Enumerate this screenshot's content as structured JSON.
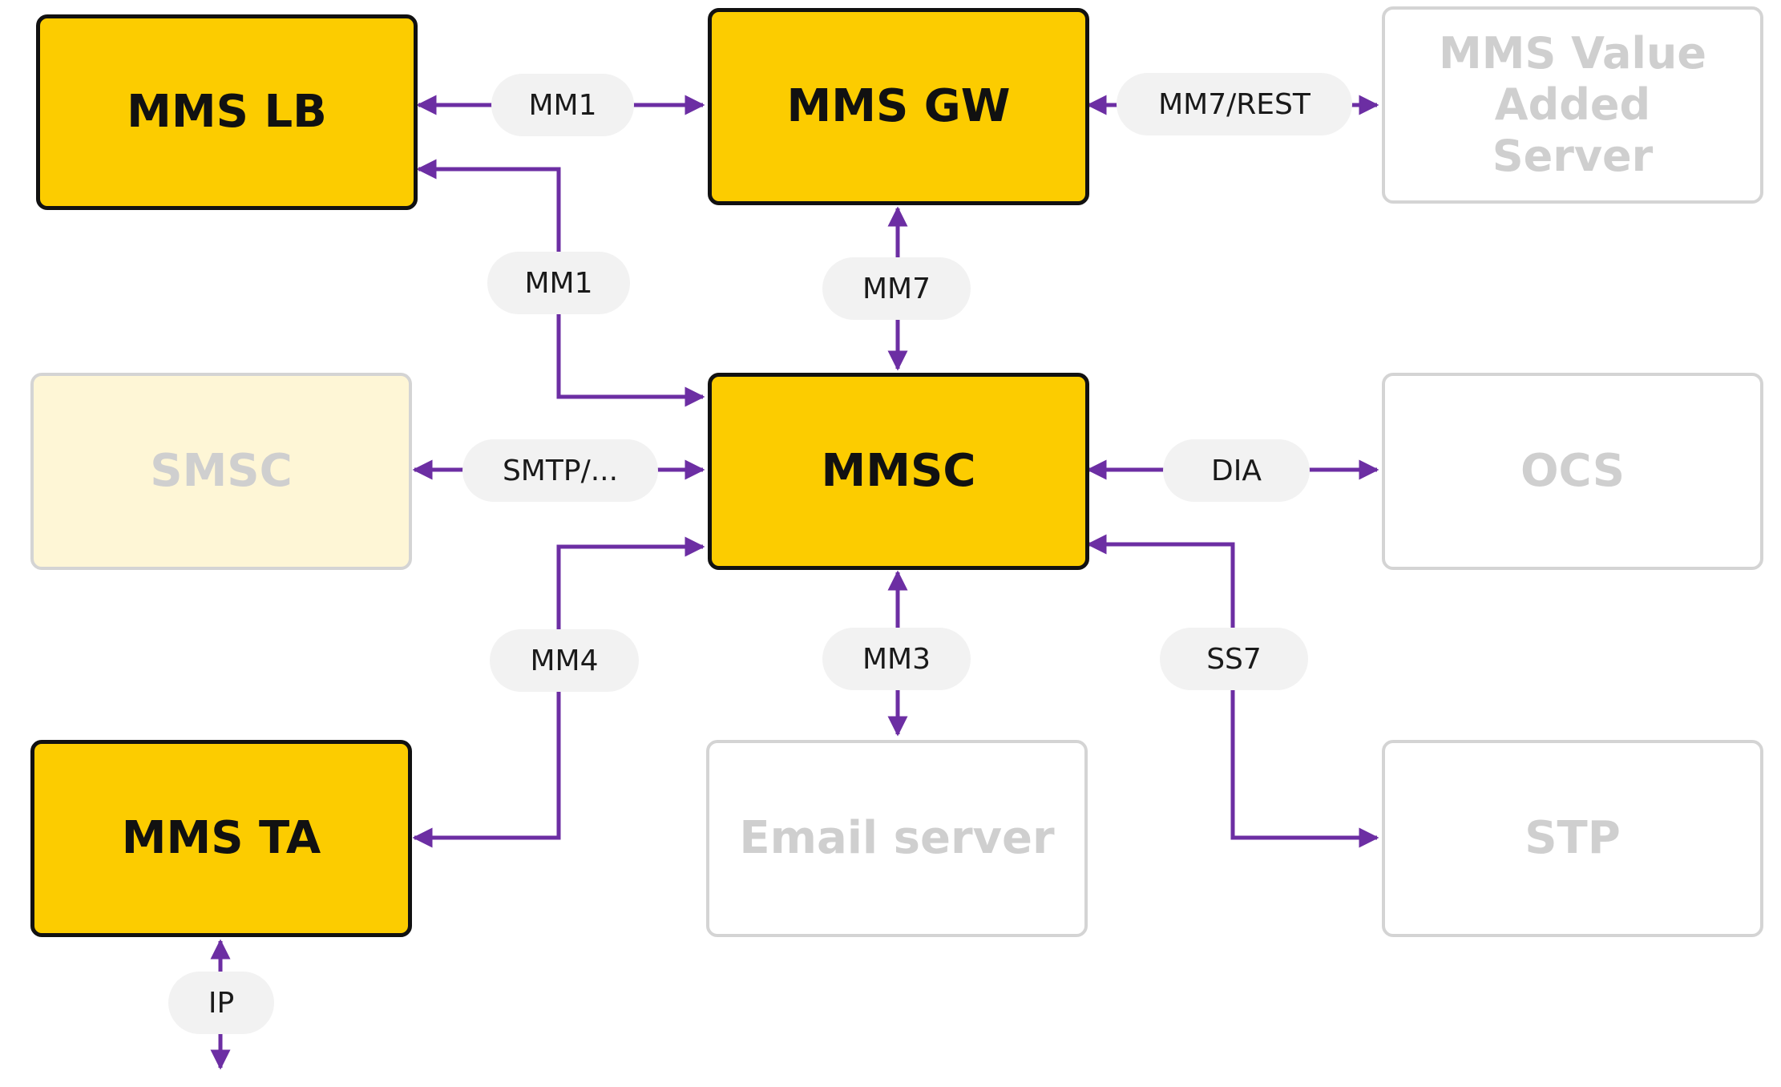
{
  "colors": {
    "node_active_fill": "#fccc00",
    "node_active_border": "#111111",
    "node_muted_border": "#d4d4d4",
    "node_muted_text": "#cfcfcf",
    "node_soft_fill": "#fef6d6",
    "connector": "#6c2ea3",
    "label_pill": "#f2f2f2"
  },
  "nodes": {
    "mms_lb": "MMS LB",
    "mms_gw": "MMS GW",
    "mms_vas": "MMS Value Added Server",
    "mmsc": "MMSC",
    "smsc": "SMSC",
    "ocs": "OCS",
    "mms_ta": "MMS TA",
    "email_server": "Email server",
    "stp": "STP"
  },
  "edge_labels": {
    "lb_gw": "MM1",
    "gw_vas": "MM7/REST",
    "lb_mmsc": "MM1",
    "gw_mmsc": "MM7",
    "smsc_mmsc": "SMTP/...",
    "mmsc_ocs": "DIA",
    "ta_mmsc": "MM4",
    "mmsc_email": "MM3",
    "mmsc_stp": "SS7",
    "ta_ip": "IP"
  }
}
